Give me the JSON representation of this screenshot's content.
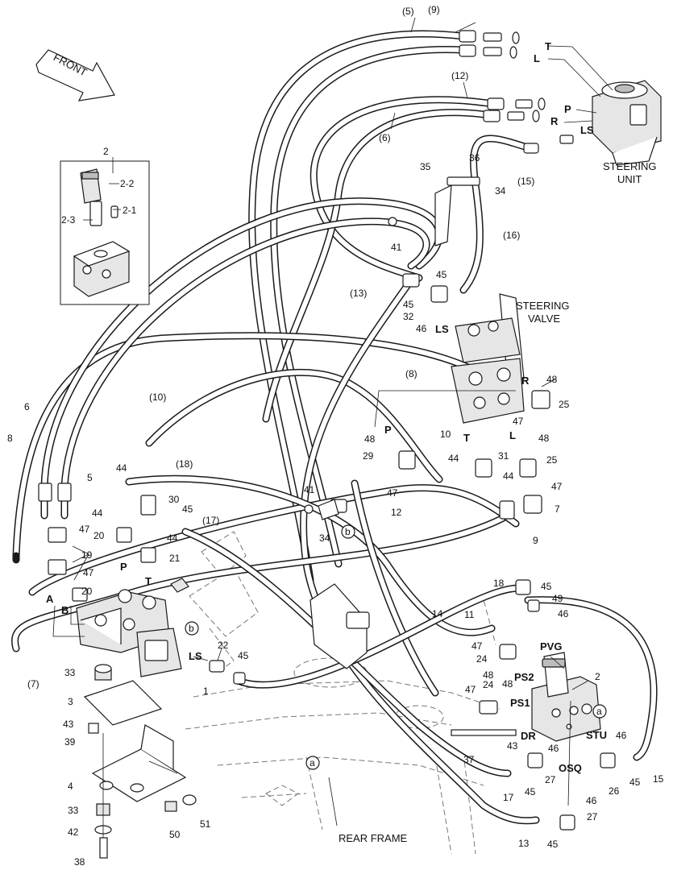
{
  "front_label": "FRONT",
  "steering_unit": {
    "line1": "STEERING",
    "line2": "UNIT",
    "ports": [
      "T",
      "L",
      "P",
      "R",
      "LS"
    ]
  },
  "steering_valve": {
    "line1": "STEERING",
    "line2": "VALVE",
    "ports": [
      "LS",
      "R",
      "P",
      "T",
      "L"
    ]
  },
  "rear_frame": "REAR FRAME",
  "priority_valve_ports": [
    "PVG",
    "PS2",
    "PS1",
    "DR",
    "STU",
    "OSQ"
  ],
  "block_ports": [
    "P",
    "T",
    "A",
    "B",
    "LS"
  ],
  "markers": [
    "a",
    "b"
  ],
  "inset_labels": [
    "2",
    "2-2",
    "2-1",
    "2-3"
  ],
  "callouts": [
    "(5)",
    "(9)",
    "(12)",
    "(6)",
    "(15)",
    "(16)",
    "(13)",
    "(8)",
    "(10)",
    "(18)",
    "(17)",
    "(7)",
    "36",
    "35",
    "34",
    "41",
    "45",
    "45",
    "32",
    "46",
    "48",
    "25",
    "47",
    "48",
    "10",
    "29",
    "47",
    "44",
    "31",
    "48",
    "25",
    "44",
    "47",
    "7",
    "12",
    "9",
    "41",
    "34",
    "6",
    "8",
    "5",
    "44",
    "30",
    "45",
    "44",
    "44",
    "20",
    "21",
    "47",
    "19",
    "47",
    "20",
    "22",
    "45",
    "1",
    "33",
    "3",
    "43",
    "39",
    "4",
    "33",
    "42",
    "38",
    "50",
    "51",
    "14",
    "11",
    "18",
    "45",
    "49",
    "46",
    "47",
    "24",
    "48",
    "2",
    "47",
    "24",
    "48",
    "37",
    "43",
    "46",
    "46",
    "26",
    "45",
    "15",
    "27",
    "45",
    "17",
    "46",
    "27",
    "13",
    "45"
  ]
}
